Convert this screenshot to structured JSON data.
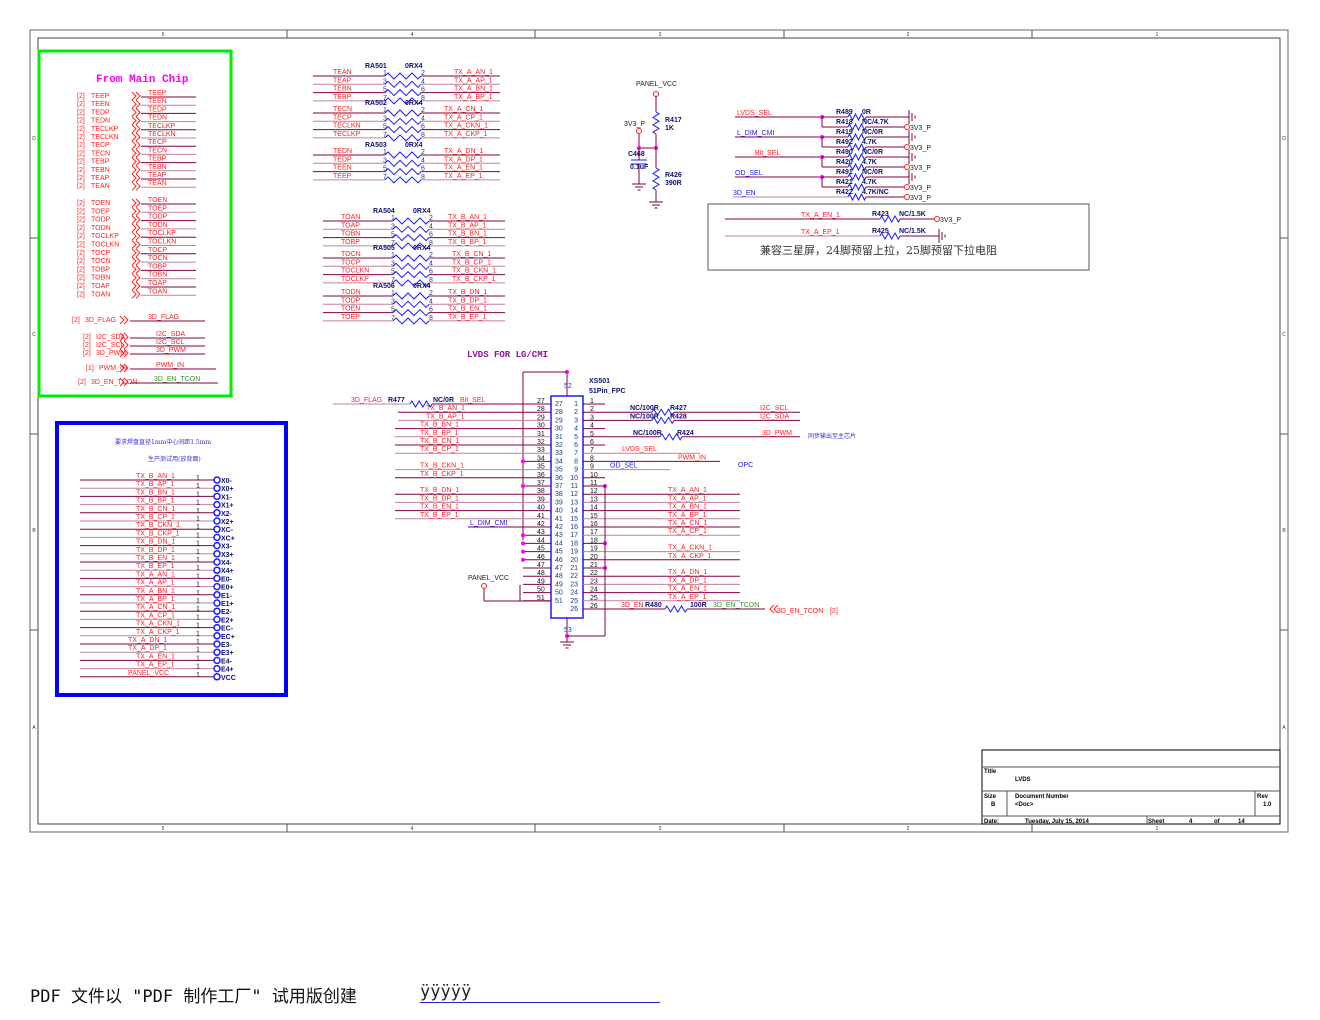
{
  "sheet": {
    "zones_top": [
      "5",
      "4",
      "3",
      "2",
      "1"
    ],
    "zones_side": [
      "D",
      "C",
      "B",
      "A"
    ]
  },
  "main_chip": {
    "title": "From Main Chip",
    "sheet_ref": "[2]",
    "even_nets": [
      "TEEP",
      "TEEN",
      "TEDP",
      "TEDN",
      "TECLKP",
      "TECLKN",
      "TECP",
      "TECN",
      "TEBP",
      "TEBN",
      "TEAP",
      "TEAN"
    ],
    "odd_nets": [
      "TOEN",
      "TOEP",
      "TODP",
      "TODN",
      "TOCLKP",
      "TOCLKN",
      "TOCP",
      "TOCN",
      "TOBP",
      "TOBN",
      "TOAP",
      "TOAN"
    ],
    "ports": [
      {
        "ref": "[2]",
        "name": "3D_FLAG",
        "net": "3D_FLAG"
      },
      {
        "ref": "[2]",
        "name": "I2C_SDA",
        "net": "I2C_SDA"
      },
      {
        "ref": "[2]",
        "name": "I2C_SCL",
        "net": "I2C_SCL"
      },
      {
        "ref": "[2]",
        "name": "3D_PWM",
        "net": "3D_PWM"
      },
      {
        "ref": "[1]",
        "name": "PWM_IN",
        "net": "PWM_IN"
      },
      {
        "ref": "[2]",
        "name": "3D_EN_TCON",
        "net": "3D_EN_TCON"
      }
    ]
  },
  "resistor_arrays": {
    "pins_left": [
      "1",
      "3",
      "5",
      "7"
    ],
    "pins_right": [
      "2",
      "4",
      "6",
      "8"
    ],
    "items": [
      {
        "ref": "RA501",
        "value": "0RX4",
        "left": [
          "TEAN",
          "TEAP",
          "TEBN",
          "TEBP"
        ],
        "right": [
          "TX_A_AN_1",
          "TX_A_AP_1",
          "TX_A_BN_1",
          "TX_A_BP_1"
        ]
      },
      {
        "ref": "RA502",
        "value": "0RX4",
        "left": [
          "TECN",
          "TECP",
          "TECLKN",
          "TECLKP"
        ],
        "right": [
          "TX_A_CN_1",
          "TX_A_CP_1",
          "TX_A_CKN_1",
          "TX_A_CKP_1"
        ]
      },
      {
        "ref": "RA503",
        "value": "0RX4",
        "left": [
          "TEDN",
          "TEDP",
          "TEEN",
          "TEEP"
        ],
        "right": [
          "TX_A_DN_1",
          "TX_A_DP_1",
          "TX_A_EN_1",
          "TX_A_EP_1"
        ]
      },
      {
        "ref": "RA504",
        "value": "0RX4",
        "left": [
          "TOAN",
          "TOAP",
          "TOBN",
          "TOBP"
        ],
        "right": [
          "TX_B_AN_1",
          "TX_B_AP_1",
          "TX_B_BN_1",
          "TX_B_BP_1"
        ]
      },
      {
        "ref": "RA505",
        "value": "0RX4",
        "left": [
          "TOCN",
          "TOCP",
          "TOCLKN",
          "TOCLKP"
        ],
        "right": [
          "TX_B_CN_1",
          "TX_B_CP_1",
          "TX_B_CKN_1",
          "TX_B_CKP_1"
        ]
      },
      {
        "ref": "RA506",
        "value": "0RX4",
        "left": [
          "TODN",
          "TODP",
          "TOEN",
          "TOEP"
        ],
        "right": [
          "TX_B_DN_1",
          "TX_B_DP_1",
          "TX_B_EN_1",
          "TX_B_EP_1"
        ]
      }
    ]
  },
  "divider": {
    "supply": "PANEL_VCC",
    "pullup": "3V3_P",
    "r_top": "R417",
    "r_top_value": "1K",
    "cap": "C468",
    "cap_value": "0.1uF",
    "r_bot": "R426",
    "r_bot_value": "390R"
  },
  "pullups": {
    "supply": "3V3_P",
    "rows": [
      {
        "net": "LVDS_SEL",
        "r1": "R489",
        "v1": "0R",
        "r2": "R418",
        "v2": "NC/4.7K"
      },
      {
        "net": "L_DIM_CMI",
        "r1": "R419",
        "v1": "NC/0R",
        "r2": "R492",
        "v2": "4.7K"
      },
      {
        "net": "Bit_SEL",
        "r1": "R490",
        "v1": "NC/0R",
        "r2": "R420",
        "v2": "4.7K"
      },
      {
        "net": "OD_SEL",
        "r1": "R491",
        "v1": "NC/0R",
        "r2": "R421",
        "v2": "4.7K"
      }
    ],
    "en": {
      "net": "3D_EN",
      "r": "R422",
      "v": "4.7K/NC"
    }
  },
  "samsung_box": {
    "rows": [
      {
        "net": "TX_A_EN_1",
        "r": "R423",
        "v": "NC/1.5K",
        "to": "3V3_P"
      },
      {
        "net": "TX_A_EP_1",
        "r": "R425",
        "v": "NC/1.5K",
        "to": ""
      }
    ],
    "note": "兼容三星屏，24脚预留上拉，25脚预留下拉电阻"
  },
  "fpc": {
    "title": "LVDS FOR LG/CMI",
    "ref": "XS501",
    "type": "51Pin_FPC",
    "gnd_pins": [
      "52",
      "53"
    ],
    "left_pins": [
      "27",
      "28",
      "29",
      "30",
      "31",
      "32",
      "33",
      "34",
      "35",
      "36",
      "37",
      "38",
      "39",
      "40",
      "41",
      "42",
      "43",
      "44",
      "45",
      "46",
      "47",
      "48",
      "49",
      "50",
      "51"
    ],
    "right_pins": [
      "1",
      "2",
      "3",
      "4",
      "5",
      "6",
      "7",
      "8",
      "9",
      "10",
      "11",
      "12",
      "13",
      "14",
      "15",
      "16",
      "17",
      "18",
      "19",
      "20",
      "21",
      "22",
      "23",
      "24",
      "25",
      "26"
    ],
    "left_nets": [
      "Bit_SEL",
      "TX_B_AN_1",
      "TX_B_AP_1",
      "TX_B_BN_1",
      "TX_B_BP_1",
      "TX_B_CN_1",
      "TX_B_CP_1",
      "",
      "TX_B_CKN_1",
      "TX_B_CKP_1",
      "",
      "TX_B_DN_1",
      "TX_B_DP_1",
      "TX_B_EN_1",
      "TX_B_EP_1",
      "L_DIM_CMI",
      "",
      "",
      "",
      "",
      "",
      "",
      "",
      "",
      ""
    ],
    "right_nets": [
      "",
      "I2C_SCL",
      "I2C_SDA",
      "",
      "3D_PWM",
      "",
      "LVDS_SEL",
      "PWM_IN",
      "OD_SEL",
      "",
      "",
      "TX_A_AN_1",
      "TX_A_AP_1",
      "TX_A_BN_1",
      "TX_A_BP_1",
      "TX_A_CN_1",
      "TX_A_CP_1",
      "",
      "TX_A_CKN_1",
      "TX_A_CKP_1",
      "",
      "TX_A_DN_1",
      "TX_A_DP_1",
      "TX_A_EN_1",
      "TX_A_EP_1",
      "3D_EN"
    ],
    "flag": {
      "net": "3D_FLAG",
      "r": "R477",
      "v": "NC/0R"
    },
    "series": [
      {
        "v": "NC/100R",
        "r": "R427"
      },
      {
        "v": "NC/100R",
        "r": "R428"
      },
      {
        "v": "NC/100R",
        "r": "R424"
      }
    ],
    "en_series": {
      "r": "R480",
      "v": "100R",
      "net": "3D_EN_TCON",
      "port": "3D_EN_TCON",
      "ref": "[2]"
    },
    "panel_vcc": "PANEL_VCC",
    "sync_note": "同步输出至主芯片",
    "opc": "OPC"
  },
  "test_pads": {
    "note1": "要求焊盘直径1mm中心间距1.5mm",
    "note2": "生产测试用(放背面)",
    "pin": "1",
    "rows": [
      {
        "net": "TX_B_AN_1",
        "pad": "X0-"
      },
      {
        "net": "TX_B_AP_1",
        "pad": "X0+"
      },
      {
        "net": "TX_B_BN_1",
        "pad": "X1-"
      },
      {
        "net": "TX_B_BP_1",
        "pad": "X1+"
      },
      {
        "net": "TX_B_CN_1",
        "pad": "X2-"
      },
      {
        "net": "TX_B_CP_1",
        "pad": "X2+"
      },
      {
        "net": "TX_B_CKN_1",
        "pad": "XC-"
      },
      {
        "net": "TX_B_CKP_1",
        "pad": "XC+"
      },
      {
        "net": "TX_B_DN_1",
        "pad": "X3-"
      },
      {
        "net": "TX_B_DP_1",
        "pad": "X3+"
      },
      {
        "net": "TX_B_EN_1",
        "pad": "X4-"
      },
      {
        "net": "TX_B_EP_1",
        "pad": "X4+"
      },
      {
        "net": "TX_A_AN_1",
        "pad": "E0-"
      },
      {
        "net": "TX_A_AP_1",
        "pad": "E0+"
      },
      {
        "net": "TX_A_BN_1",
        "pad": "E1-"
      },
      {
        "net": "TX_A_BP_1",
        "pad": "E1+"
      },
      {
        "net": "TX_A_CN_1",
        "pad": "E2-"
      },
      {
        "net": "TX_A_CP_1",
        "pad": "E2+"
      },
      {
        "net": "TX_A_CKN_1",
        "pad": "EC-"
      },
      {
        "net": "TX_A_CKP_1",
        "pad": "EC+"
      },
      {
        "net": "TX_A_DN_1",
        "pad": "E3-"
      },
      {
        "net": "TX_A_DP_1",
        "pad": "E3+"
      },
      {
        "net": "TX_A_EN_1",
        "pad": "E4-"
      },
      {
        "net": "TX_A_EP_1",
        "pad": "E4+"
      },
      {
        "net": "PANEL_VCC",
        "pad": "VCC"
      }
    ]
  },
  "title_block": {
    "title_label": "Title",
    "title": "LVDS",
    "size_label": "Size",
    "size": "B",
    "docnum_label": "Document Number",
    "docnum": "<Doc>",
    "rev_label": "Rev",
    "rev": "1.0",
    "date_label": "Date:",
    "date": "Tuesday, July 15, 2014",
    "sheet_label": "Sheet",
    "sheet": "4",
    "of_label": "of",
    "sheet_total": "14"
  },
  "footer": {
    "text": "PDF 文件以 \"PDF 制作工厂\" 试用版创建",
    "link": "ÿÿÿÿÿ"
  }
}
